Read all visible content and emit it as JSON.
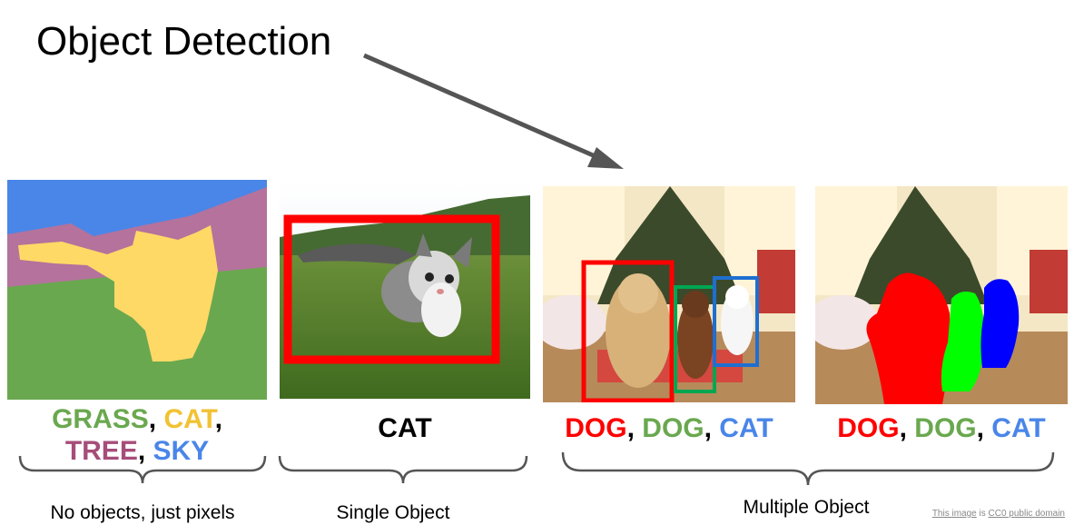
{
  "title": "Object Detection",
  "colors": {
    "red": "#ff0000",
    "green": "#6aa84f",
    "yellow": "#f1c232",
    "purple": "#a64d79",
    "blue": "#4a86e8",
    "mask_green": "#00ff00",
    "mask_blue": "#0000ff"
  },
  "panels": [
    {
      "name": "semantic-segmentation",
      "labels": [
        "GRASS",
        "CAT",
        "TREE",
        "SKY"
      ],
      "caption": "No objects, just pixels"
    },
    {
      "name": "classification-localization",
      "labels": [
        "CAT"
      ],
      "caption": "Single Object"
    },
    {
      "name": "object-detection",
      "labels": [
        "DOG",
        "DOG",
        "CAT"
      ]
    },
    {
      "name": "instance-segmentation",
      "labels": [
        "DOG",
        "DOG",
        "CAT"
      ]
    }
  ],
  "shared_caption": "Multiple Object",
  "credit": {
    "link1": "This image",
    "middle": " is ",
    "link2": "CC0 public domain"
  }
}
